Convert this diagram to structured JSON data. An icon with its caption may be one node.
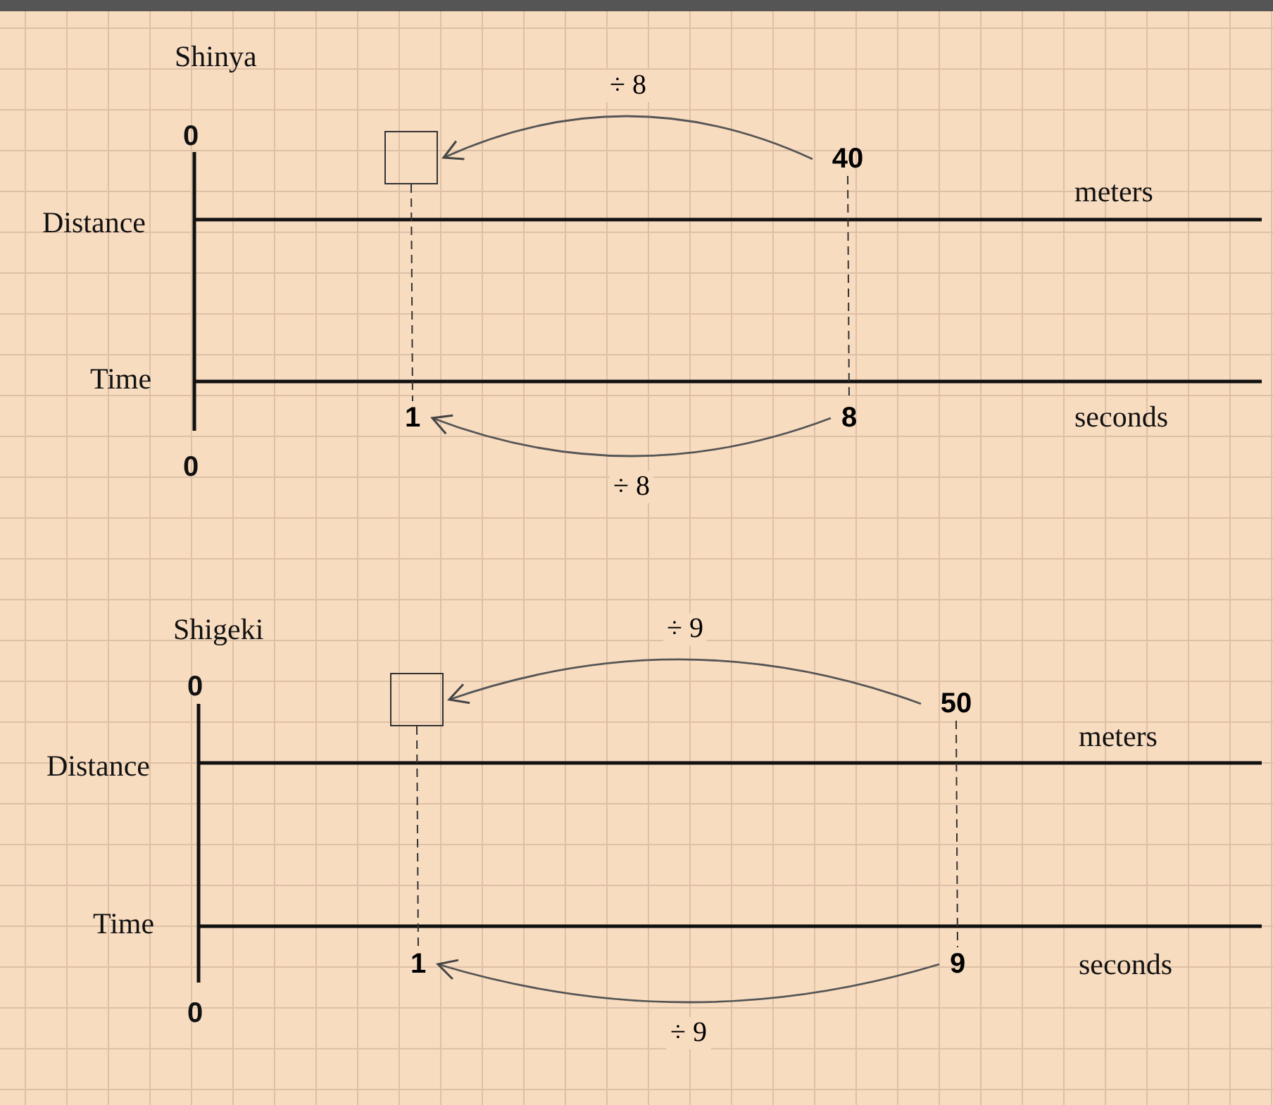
{
  "diagram": {
    "nodes": [
      {
        "text": [],
        "shape": "box"
      },
      {
        "text": [
          "40"
        ]
      },
      {
        "text": [
          "1"
        ]
      },
      {
        "text": [
          "8"
        ]
      },
      {
        "text": [],
        "shape": "box"
      },
      {
        "text": [
          "50"
        ]
      },
      {
        "text": [
          "1"
        ]
      },
      {
        "text": [
          "9"
        ]
      }
    ],
    "edges": [
      {
        "from": 1,
        "to": 0,
        "arrow": "to",
        "label": "÷ 8"
      },
      {
        "from": 0,
        "to": 2,
        "arrow": "none",
        "style": "dashed"
      },
      {
        "from": 1,
        "to": 3,
        "arrow": "none",
        "style": "dashed"
      },
      {
        "from": 3,
        "to": 2,
        "arrow": "to",
        "label": "÷ 8"
      },
      {
        "from": 5,
        "to": 4,
        "arrow": "to",
        "label": "÷ 9"
      },
      {
        "from": 4,
        "to": 6,
        "arrow": "none",
        "style": "dashed"
      },
      {
        "from": 5,
        "to": 7,
        "arrow": "none",
        "style": "dashed"
      },
      {
        "from": 7,
        "to": 6,
        "arrow": "to",
        "label": "÷ 9"
      }
    ],
    "labels": [
      "Shinya",
      "0",
      "Distance",
      "meters",
      "Time",
      "0",
      "seconds",
      "Shigeki",
      "0",
      "Distance",
      "meters",
      "Time",
      "0",
      "seconds"
    ]
  }
}
